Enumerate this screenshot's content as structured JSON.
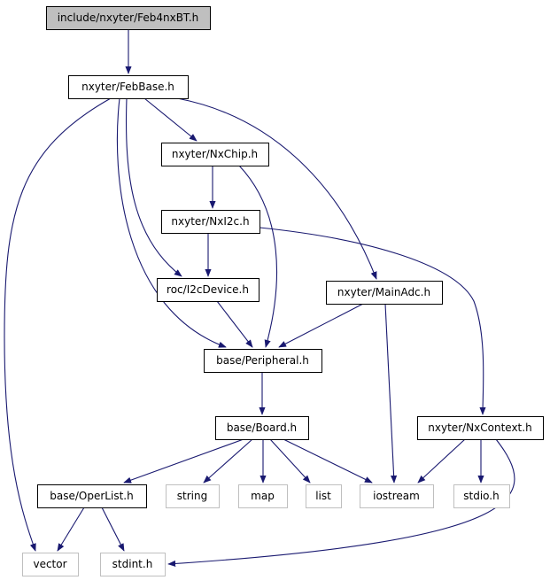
{
  "nodes": [
    {
      "id": "n0",
      "label": "include/nxyter/Feb4nxBT.h",
      "style": "current"
    },
    {
      "id": "n1",
      "label": "nxyter/FebBase.h",
      "style": "normal"
    },
    {
      "id": "n2",
      "label": "nxyter/NxChip.h",
      "style": "normal"
    },
    {
      "id": "n3",
      "label": "nxyter/NxI2c.h",
      "style": "normal"
    },
    {
      "id": "n4",
      "label": "roc/I2cDevice.h",
      "style": "normal"
    },
    {
      "id": "n5",
      "label": "nxyter/MainAdc.h",
      "style": "normal"
    },
    {
      "id": "n6",
      "label": "base/Peripheral.h",
      "style": "normal"
    },
    {
      "id": "n7",
      "label": "base/Board.h",
      "style": "normal"
    },
    {
      "id": "n8",
      "label": "nxyter/NxContext.h",
      "style": "normal"
    },
    {
      "id": "n9",
      "label": "base/OperList.h",
      "style": "normal"
    },
    {
      "id": "n10",
      "label": "string",
      "style": "external"
    },
    {
      "id": "n11",
      "label": "map",
      "style": "external"
    },
    {
      "id": "n12",
      "label": "list",
      "style": "external"
    },
    {
      "id": "n13",
      "label": "iostream",
      "style": "external"
    },
    {
      "id": "n14",
      "label": "stdio.h",
      "style": "external"
    },
    {
      "id": "n15",
      "label": "vector",
      "style": "external"
    },
    {
      "id": "n16",
      "label": "stdint.h",
      "style": "external"
    }
  ],
  "edges": [
    {
      "from": "n0",
      "to": "n1"
    },
    {
      "from": "n1",
      "to": "n2"
    },
    {
      "from": "n1",
      "to": "n4"
    },
    {
      "from": "n1",
      "to": "n5"
    },
    {
      "from": "n1",
      "to": "n6"
    },
    {
      "from": "n1",
      "to": "n15"
    },
    {
      "from": "n2",
      "to": "n3"
    },
    {
      "from": "n2",
      "to": "n6"
    },
    {
      "from": "n3",
      "to": "n4"
    },
    {
      "from": "n3",
      "to": "n8"
    },
    {
      "from": "n4",
      "to": "n6"
    },
    {
      "from": "n5",
      "to": "n6"
    },
    {
      "from": "n5",
      "to": "n13"
    },
    {
      "from": "n6",
      "to": "n7"
    },
    {
      "from": "n7",
      "to": "n9"
    },
    {
      "from": "n7",
      "to": "n10"
    },
    {
      "from": "n7",
      "to": "n11"
    },
    {
      "from": "n7",
      "to": "n12"
    },
    {
      "from": "n7",
      "to": "n13"
    },
    {
      "from": "n8",
      "to": "n13"
    },
    {
      "from": "n8",
      "to": "n14"
    },
    {
      "from": "n8",
      "to": "n16"
    },
    {
      "from": "n9",
      "to": "n15"
    },
    {
      "from": "n9",
      "to": "n16"
    }
  ],
  "colors": {
    "edge": "#191970",
    "current_fill": "#bfbfbf",
    "normal_border": "#000000",
    "external_border": "#bfbfbf",
    "text": "#000000"
  }
}
